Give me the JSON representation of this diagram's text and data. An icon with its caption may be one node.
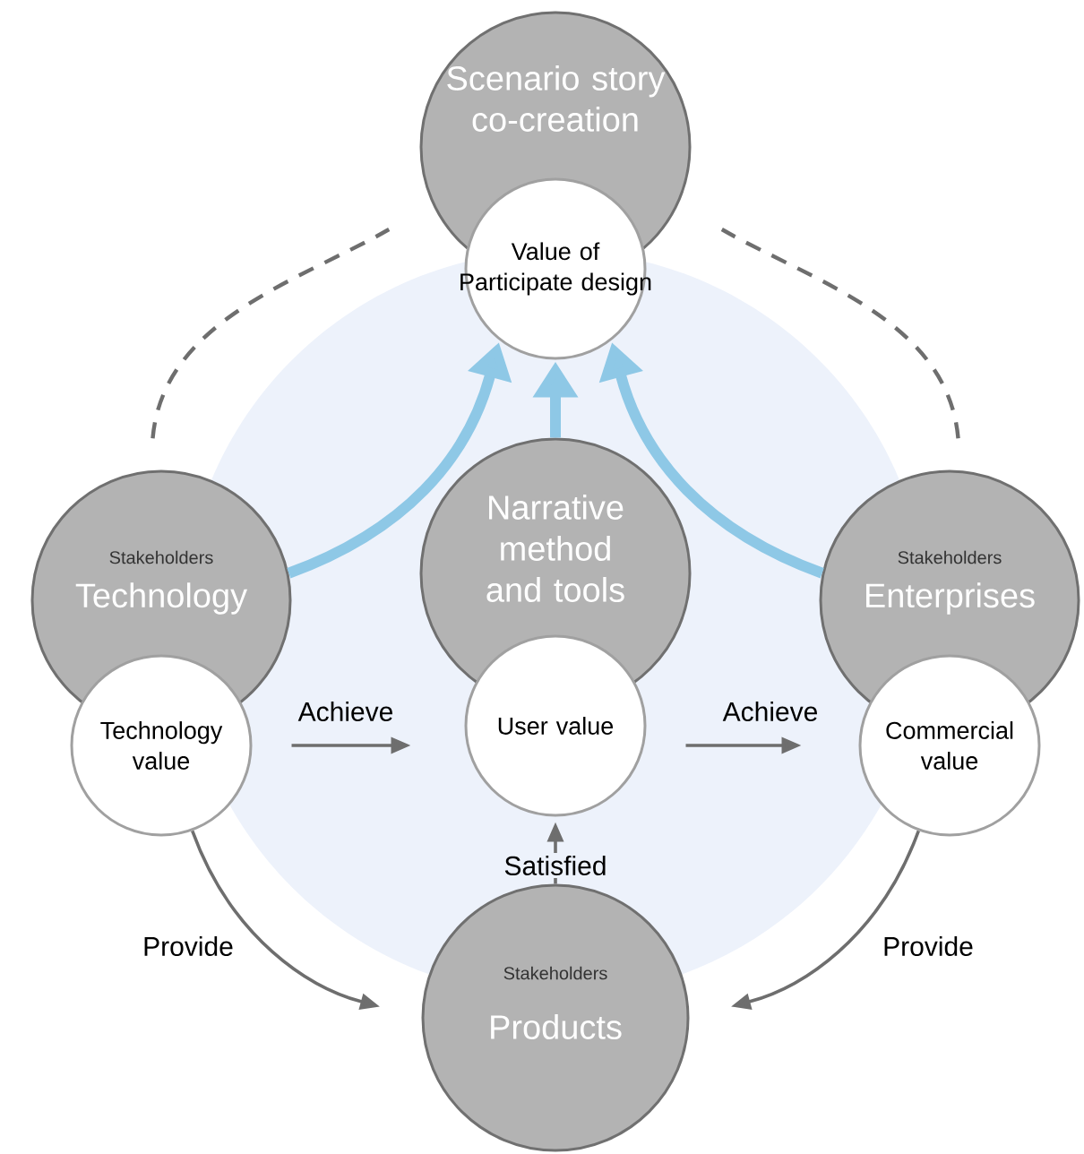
{
  "diagram": {
    "nodes": [
      {
        "text": [
          "Scenario story co-creation"
        ]
      },
      {
        "text": [
          "Value of Participate design"
        ]
      },
      {
        "text": [
          "Stakeholders",
          "Technology"
        ]
      },
      {
        "text": [
          "Narrative method and tools"
        ]
      },
      {
        "text": [
          "Stakeholders",
          "Enterprises"
        ]
      },
      {
        "text": [
          "Technology value"
        ]
      },
      {
        "text": [
          "User value"
        ]
      },
      {
        "text": [
          "Commercial value"
        ]
      },
      {
        "text": [
          "Stakeholders",
          "Products"
        ]
      }
    ],
    "edges": [
      {
        "from": 2,
        "to": 1,
        "arrow": "to",
        "style": "thick",
        "color": "#8ec8e6"
      },
      {
        "from": 3,
        "to": 1,
        "arrow": "to",
        "style": "thick",
        "color": "#8ec8e6"
      },
      {
        "from": 4,
        "to": 1,
        "arrow": "to",
        "style": "thick",
        "color": "#8ec8e6"
      },
      {
        "from": 5,
        "to": 6,
        "arrow": "to",
        "label": "Achieve"
      },
      {
        "from": 6,
        "to": 7,
        "arrow": "to",
        "label": "Achieve"
      },
      {
        "from": 8,
        "to": 6,
        "arrow": "to",
        "label": "Satisfied"
      },
      {
        "from": 5,
        "to": 8,
        "arrow": "to",
        "label": "Provide"
      },
      {
        "from": 7,
        "to": 8,
        "arrow": "to",
        "label": "Provide"
      },
      {
        "from": 2,
        "to": 0,
        "arrow": "none",
        "style": "dashed"
      },
      {
        "from": 4,
        "to": 0,
        "arrow": "none",
        "style": "dashed"
      }
    ]
  }
}
